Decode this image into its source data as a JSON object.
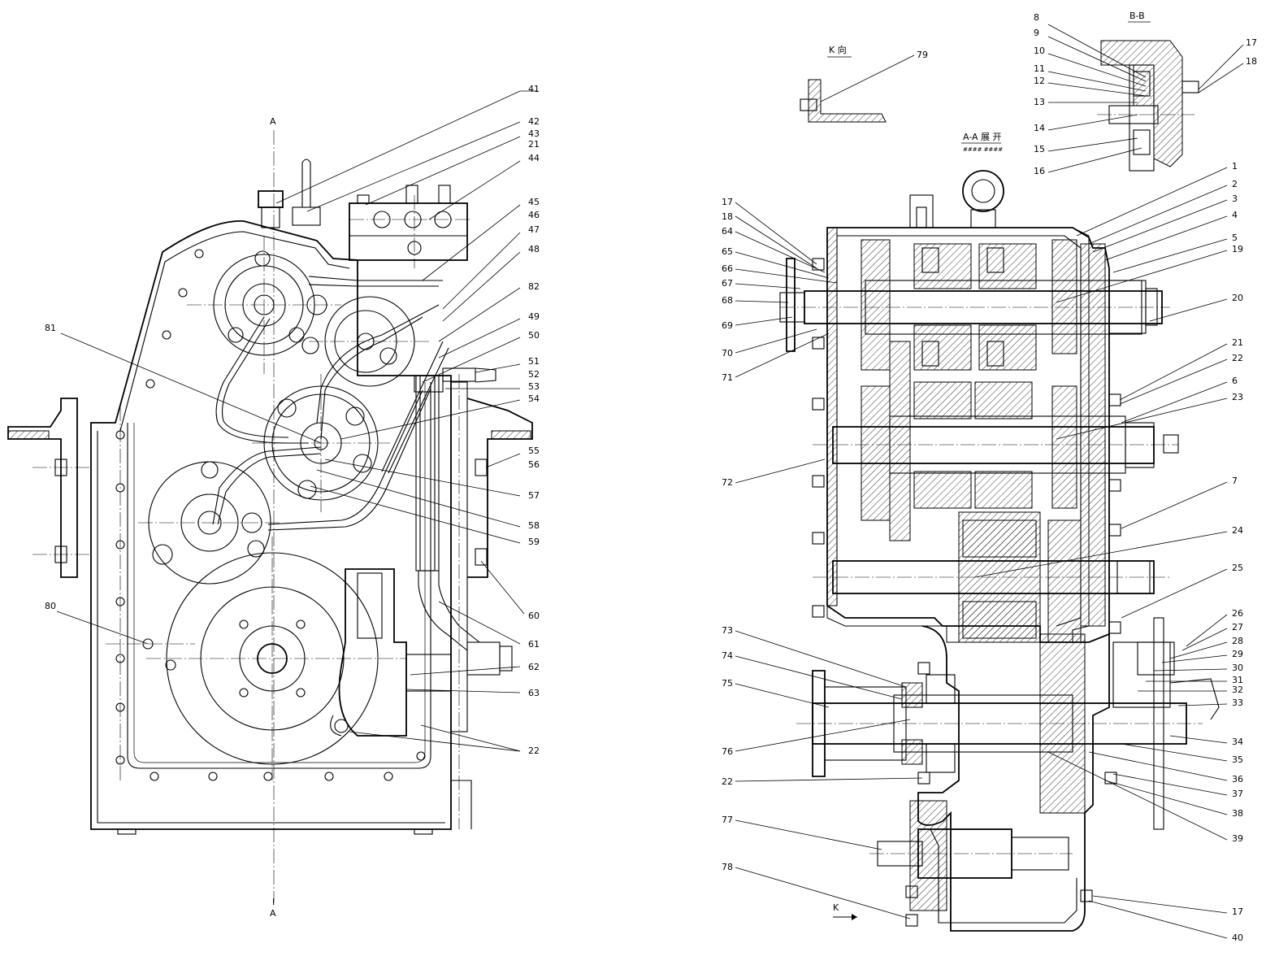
{
  "titles": {
    "section_a_top": "A",
    "section_a_bottom_1": "I",
    "section_a_bottom_2": "A",
    "view_k": "K 向",
    "section_aa": "A-A 展 开",
    "section_aa_sub": "#### ####",
    "section_bb": "B-B",
    "k_arrow": "K"
  },
  "left_labels": [
    "41",
    "42",
    "43",
    "21",
    "44",
    "45",
    "46",
    "47",
    "48",
    "82",
    "49",
    "50",
    "51",
    "52",
    "53",
    "54",
    "55",
    "56",
    "57",
    "58",
    "59",
    "60",
    "61",
    "62",
    "63",
    "22",
    "81",
    "80"
  ],
  "right_labels_left": [
    "17",
    "18",
    "64",
    "65",
    "66",
    "67",
    "68",
    "69",
    "70",
    "71",
    "72",
    "73",
    "74",
    "75",
    "76",
    "22",
    "77",
    "78",
    "79"
  ],
  "right_labels_right": [
    "8",
    "9",
    "10",
    "11",
    "12",
    "13",
    "14",
    "15",
    "16",
    "17",
    "18",
    "1",
    "2",
    "3",
    "4",
    "5",
    "19",
    "20",
    "21",
    "22",
    "6",
    "23",
    "7",
    "24",
    "25",
    "26",
    "27",
    "28",
    "29",
    "30",
    "31",
    "32",
    "33",
    "34",
    "35",
    "36",
    "37",
    "38",
    "39",
    "17",
    "40"
  ],
  "colors": {
    "ink": "#000000",
    "paper": "#ffffff"
  }
}
